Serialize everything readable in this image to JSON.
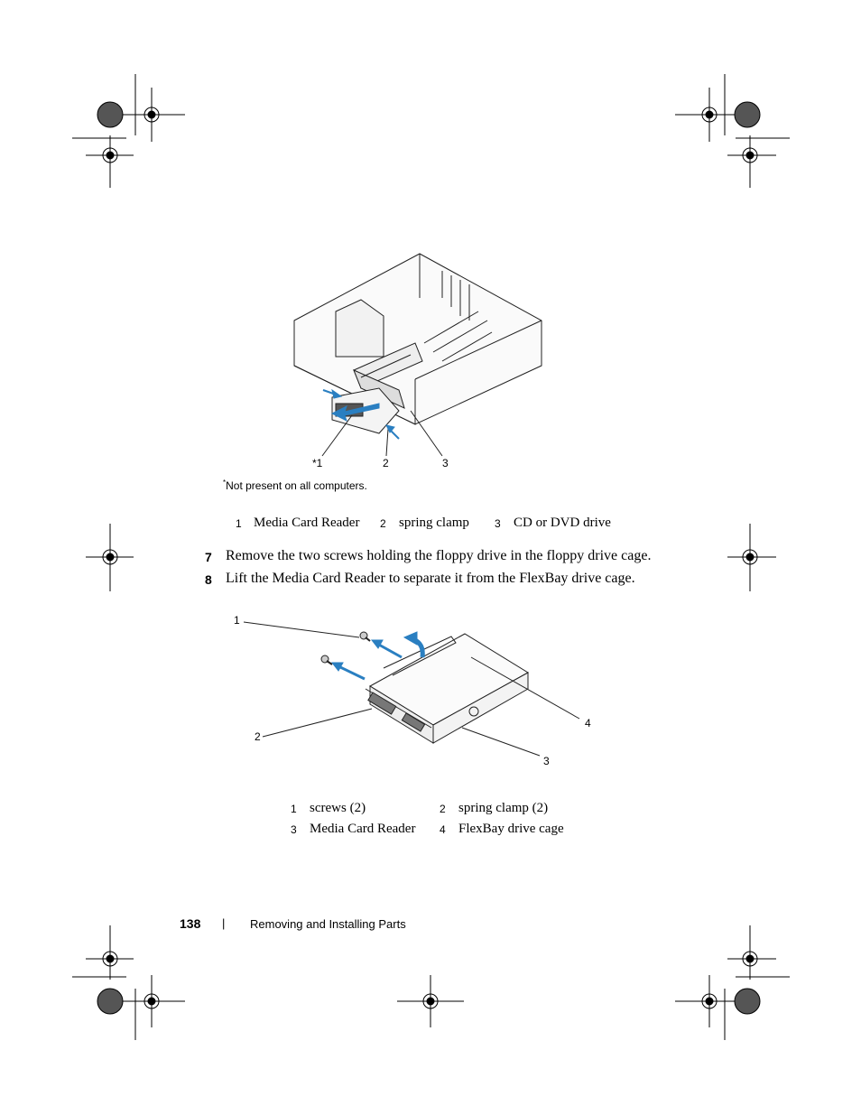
{
  "figure1": {
    "callouts": [
      "*1",
      "2",
      "3"
    ],
    "footnote_mark": "*",
    "footnote": "Not present on all computers.",
    "legend": [
      {
        "num": "1",
        "text": "Media Card Reader"
      },
      {
        "num": "2",
        "text": "spring clamp"
      },
      {
        "num": "3",
        "text": "CD or DVD drive"
      }
    ]
  },
  "steps": [
    {
      "num": "7",
      "text": "Remove the two screws holding the floppy drive in the floppy drive cage."
    },
    {
      "num": "8",
      "text": "Lift the Media Card Reader to separate it from the FlexBay drive cage."
    }
  ],
  "figure2": {
    "callouts": [
      "1",
      "2",
      "3",
      "4"
    ],
    "legend": [
      {
        "num": "1",
        "text": "screws (2)"
      },
      {
        "num": "2",
        "text": "spring clamp (2)"
      },
      {
        "num": "3",
        "text": "Media Card Reader"
      },
      {
        "num": "4",
        "text": "FlexBay drive cage"
      }
    ]
  },
  "footer": {
    "page_number": "138",
    "separator": "|",
    "section": "Removing and Installing Parts"
  },
  "colors": {
    "arrow_blue": "#2a7fc1"
  }
}
